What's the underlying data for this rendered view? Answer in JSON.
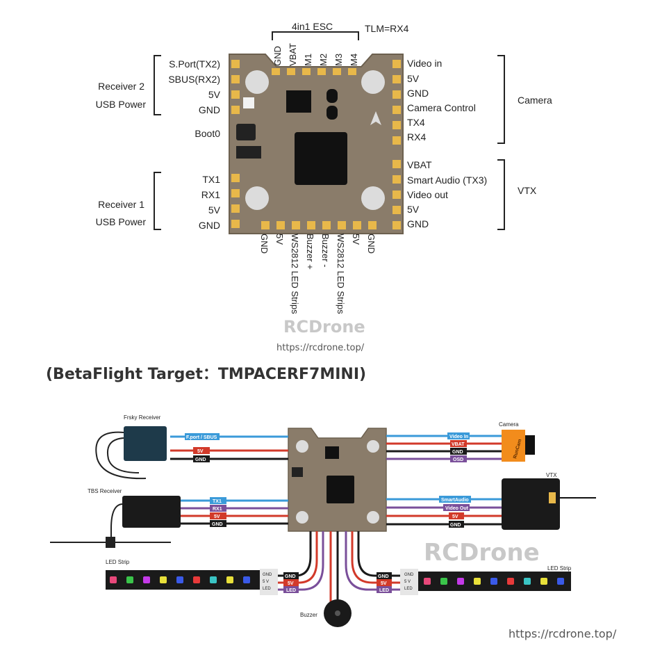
{
  "top": {
    "esc_label": "4in1 ESC",
    "tlm_label": "TLM=RX4",
    "esc_pins": [
      "GND",
      "VBAT",
      "M1",
      "M2",
      "M3",
      "M4"
    ],
    "left_pins_r2": [
      "S.Port(TX2)",
      "SBUS(RX2)",
      "5V",
      "GND"
    ],
    "receiver2": "Receiver 2",
    "usb_power_2": "USB Power",
    "boot": "Boot0",
    "left_pins_r1": [
      "TX1",
      "RX1",
      "5V",
      "GND"
    ],
    "receiver1": "Receiver 1",
    "usb_power_1": "USB Power",
    "right_pins_cam": [
      "Video in",
      "5V",
      "GND",
      "Camera Control",
      "TX4",
      "RX4"
    ],
    "camera": "Camera",
    "right_pins_vtx": [
      "VBAT",
      "Smart Audio (TX3)",
      "Video out",
      "5V",
      "GND"
    ],
    "vtx": "VTX",
    "bottom_pins": [
      "GND",
      "5V",
      "WS2812 LED Strips",
      "Buzzer +",
      "Buzzer -",
      "WS2812 LED Strips",
      "5V",
      "GND"
    ],
    "watermark": "RCDrone",
    "watermark_url": "https://rcdrone.top/"
  },
  "target_title": "(BetaFlight Target：TMPACERF7MINI)",
  "bottom": {
    "frsky_receiver": "Frsky Receiver",
    "tbs_receiver": "TBS Receiver",
    "camera": "Camera",
    "vtx": "VTX",
    "led_strip_left": "LED Strip",
    "led_strip_right": "LED Strip",
    "buzzer": "Buzzer",
    "frsky_wires": [
      "F.port / SBUS",
      "5V",
      "GND"
    ],
    "tbs_wires": [
      "TX1",
      "RX1",
      "5V",
      "GND"
    ],
    "camera_wires": [
      "Video In",
      "VBAT",
      "GND",
      "OSD"
    ],
    "vtx_wires": [
      "SmartAudio",
      "Video Out",
      "5V",
      "GND"
    ],
    "led_wires": [
      "GND",
      "5V",
      "LED"
    ],
    "led_conn_pins": [
      "GND",
      "5 V",
      "LED"
    ],
    "watermark": "RCDrone",
    "url": "https://rcdrone.top/",
    "cam_brand": "RunCam"
  },
  "colors": {
    "board": "#8a7c6a",
    "pad": "#e8b84a",
    "blue": "#3a9ad9",
    "red": "#d23a2a",
    "black": "#1a1a1a",
    "purple": "#7a4f9a",
    "orange": "#f28c1c"
  }
}
